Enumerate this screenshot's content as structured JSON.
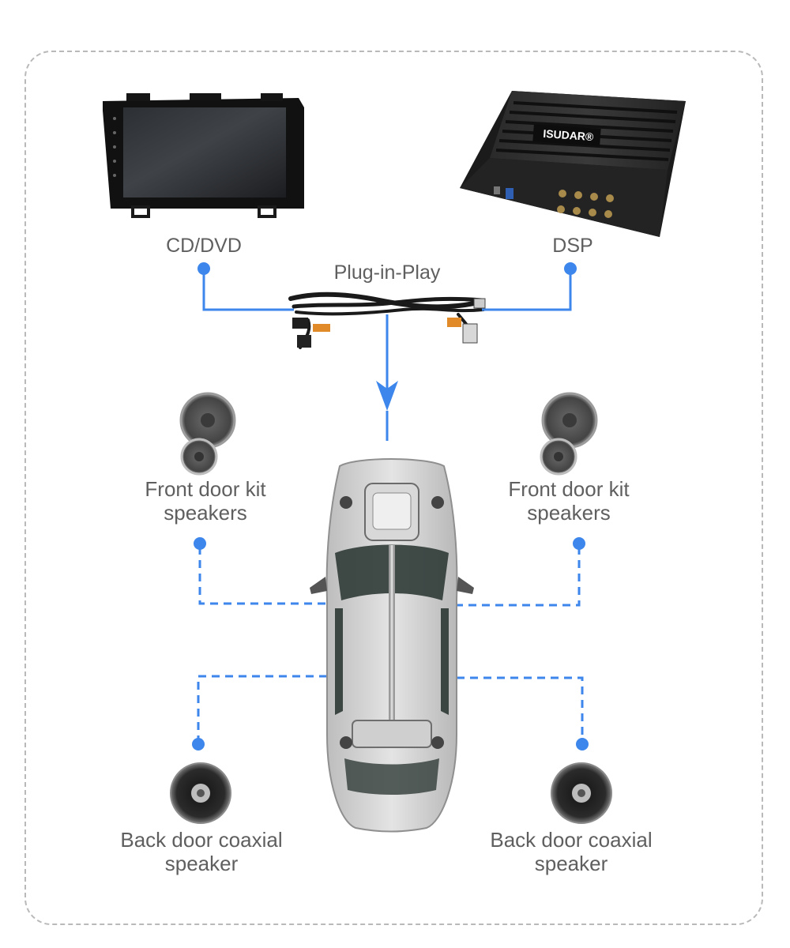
{
  "labels": {
    "head_unit": "CD/DVD",
    "dsp": "DSP",
    "harness": "Plug-in-Play",
    "front_left": [
      "Front door kit",
      "speakers"
    ],
    "front_right": [
      "Front door kit",
      "speakers"
    ],
    "rear_left": [
      "Back door coaxial",
      "speaker"
    ],
    "rear_right": [
      "Back door coaxial",
      "speaker"
    ]
  },
  "dsp_brand": "ISUDAR",
  "colors": {
    "connector": "#3d86ec",
    "frame": "#b9b9b9",
    "text": "#5f5f5f"
  }
}
